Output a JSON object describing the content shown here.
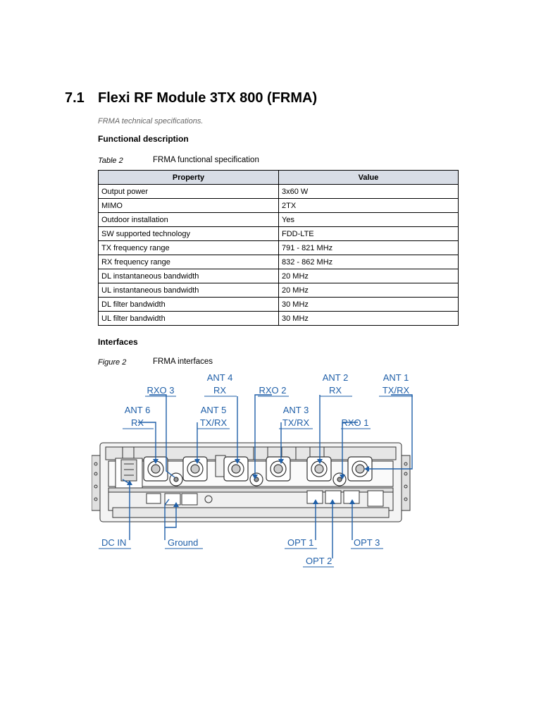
{
  "section": {
    "number": "7.1",
    "title": "Flexi RF Module 3TX 800 (FRMA)"
  },
  "intro": "FRMA technical specifications.",
  "functional_heading": "Functional description",
  "table": {
    "caption_label": "Table 2",
    "caption_text": "FRMA functional specification",
    "headers": [
      "Property",
      "Value"
    ],
    "rows": [
      [
        "Output power",
        "3x60 W"
      ],
      [
        "MIMO",
        "2TX"
      ],
      [
        "Outdoor installation",
        "Yes"
      ],
      [
        "SW supported technology",
        "FDD-LTE"
      ],
      [
        "TX frequency range",
        "791 - 821 MHz"
      ],
      [
        "RX frequency range",
        "832 - 862 MHz"
      ],
      [
        "DL instantaneous bandwidth",
        "20 MHz"
      ],
      [
        "UL instantaneous bandwidth",
        "20 MHz"
      ],
      [
        "DL filter bandwidth",
        "30 MHz"
      ],
      [
        "UL filter bandwidth",
        "30 MHz"
      ]
    ]
  },
  "interfaces_heading": "Interfaces",
  "figure": {
    "caption_label": "Figure 2",
    "caption_text": "FRMA interfaces",
    "labels": {
      "ant4_a": "ANT 4",
      "ant4_b": "RX",
      "ant2_a": "ANT 2",
      "ant2_b": "RX",
      "ant1_a": "ANT 1",
      "ant1_b": "TX/RX",
      "rxo3": "RXO 3",
      "rxo2": "RXO 2",
      "ant6_a": "ANT 6",
      "ant6_b": "RX",
      "ant5_a": "ANT 5",
      "ant5_b": "TX/RX",
      "ant3_a": "ANT 3",
      "ant3_b": "TX/RX",
      "rxo1": "RXO 1",
      "dcin": "DC IN",
      "ground": "Ground",
      "opt1": "OPT 1",
      "opt2": "OPT 2",
      "opt3": "OPT 3"
    },
    "line_color": "#1f5fa8"
  }
}
